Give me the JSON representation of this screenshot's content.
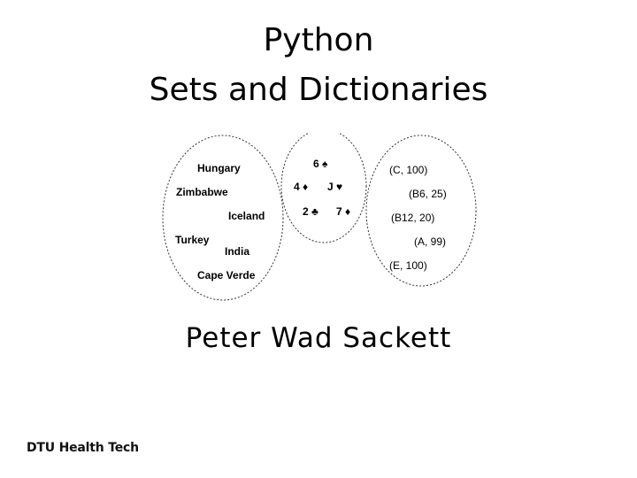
{
  "slide": {
    "title_line1": "Python",
    "title_line2": "Sets and Dictionaries",
    "author": "Peter Wad Sackett",
    "footer": "DTU Health Tech"
  },
  "figure": {
    "countries": [
      "Hungary",
      "Zimbabwe",
      "Iceland",
      "Turkey",
      "India",
      "Cape Verde"
    ],
    "cards": [
      {
        "rank": "6",
        "suit": "♠"
      },
      {
        "rank": "4",
        "suit": "♦"
      },
      {
        "rank": "J",
        "suit": "♥"
      },
      {
        "rank": "2",
        "suit": "♣"
      },
      {
        "rank": "7",
        "suit": "♦"
      }
    ],
    "pairs": [
      "(C, 100)",
      "(B6, 25)",
      "(B12, 20)",
      "(A, 99)",
      "(E, 100)"
    ]
  }
}
